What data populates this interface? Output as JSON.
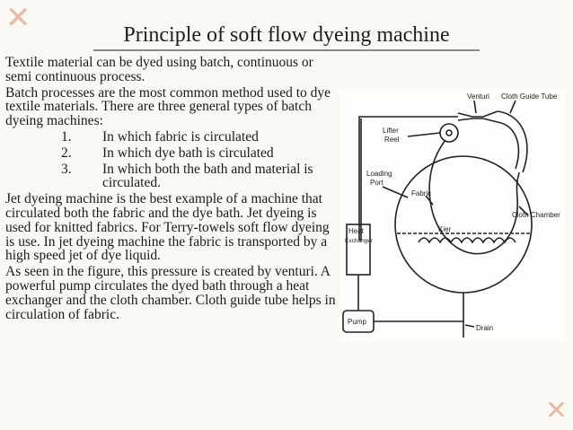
{
  "slide": {
    "title": "Principle of soft flow dyeing machine",
    "paragraphs": {
      "p1": "Textile material can be dyed using batch, continuous or semi continuous process.",
      "p2": "Batch processes are the most common method used to dye textile materials. There are three general types of batch dyeing machines:",
      "list": [
        {
          "num": "1.",
          "text": "In which fabric is circulated"
        },
        {
          "num": "2.",
          "text": "In which dye bath is circulated"
        },
        {
          "num": "3.",
          "text": "In which both the bath and material is circulated."
        }
      ],
      "p3": " Jet dyeing machine is the best example of a machine that circulated both the fabric and the dye bath. Jet dyeing is used for knitted fabrics. For Terry-towels soft flow dyeing is use. In jet dyeing machine the fabric is transported by a high speed jet of dye liquid.",
      "p4": "As seen in the figure, this pressure is created by venturi. A powerful pump circulates the dyed bath through a heat exchanger and the cloth chamber. Cloth guide tube helps in circulation of fabric."
    }
  },
  "figure": {
    "labels": {
      "venturi": "Venturi",
      "cloth_guide_tube": "Cloth Guide Tube",
      "lifter_reel_1": "Lifter",
      "lifter_reel_2": "Reel",
      "loading_port_1": "Loading",
      "loading_port_2": "Port",
      "fabric": "Fabric",
      "cloth_chamber": "Cloth Chamber",
      "heat_exchanger_1": "Heat",
      "heat_exchanger_2": "Exchanger",
      "kier": "Kier",
      "pump": "Pump",
      "drain": "Drain"
    }
  }
}
